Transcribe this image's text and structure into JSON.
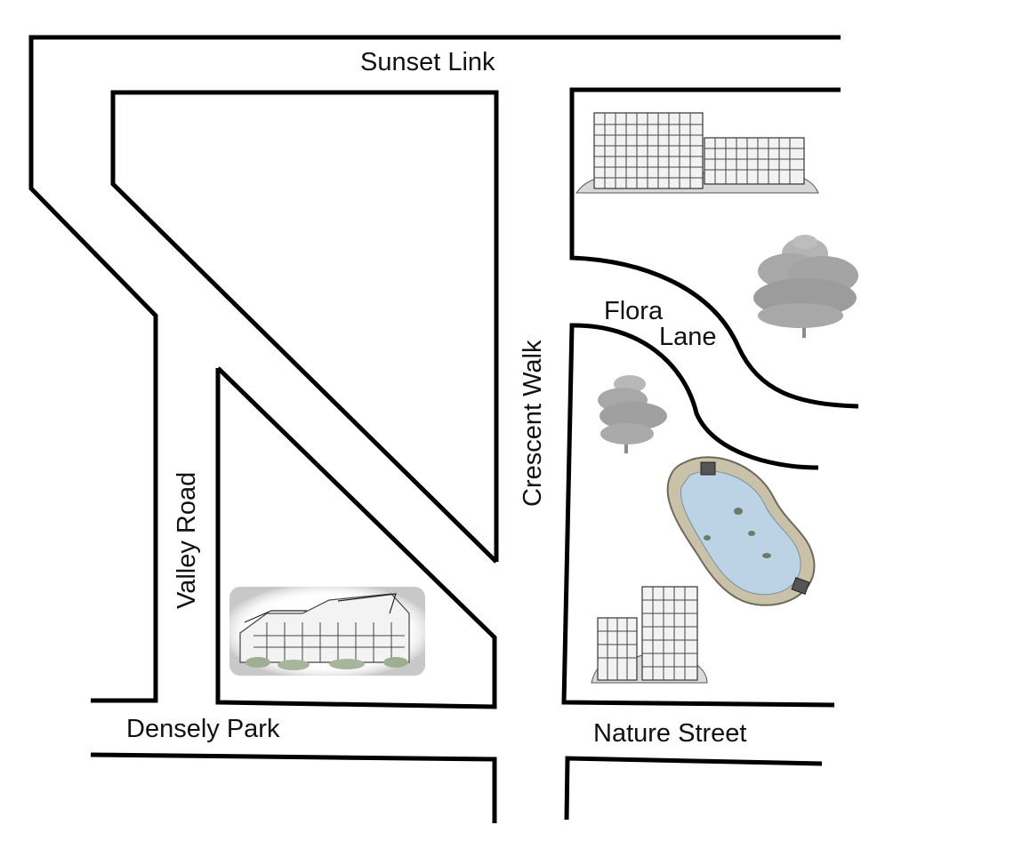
{
  "map": {
    "streets": {
      "sunset_link": "Sunset Link",
      "valley_road": "Valley Road",
      "crescent_walk": "Crescent Walk",
      "flora": "Flora",
      "lane": "Lane",
      "densely_park": "Densely Park",
      "nature_street": "Nature Street"
    },
    "icons": {
      "apartments_top": "apartment-buildings-icon",
      "tree_large": "tree-icon",
      "tree_small": "tree-icon",
      "pond": "pond-icon",
      "apartment_tower": "apartment-tower-icon",
      "building_low": "low-rise-building-icon"
    },
    "colors": {
      "road": "#000000",
      "tree": "#9a9a9a",
      "pond_water": "#bcd3e6",
      "pond_edge": "#8a8a7a"
    }
  }
}
